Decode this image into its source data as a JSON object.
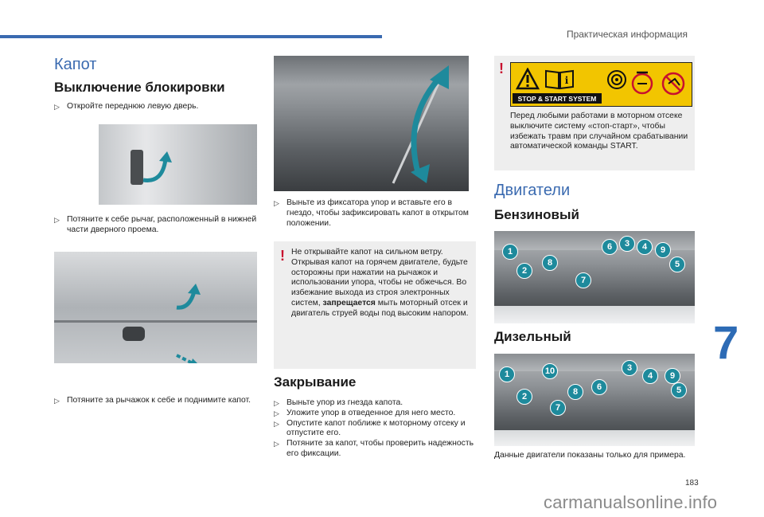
{
  "header": {
    "section": "Практическая информация",
    "chapter": "7",
    "page_number": "183"
  },
  "watermark": "carmanualsonline.info",
  "col1": {
    "title": "Капот",
    "subtitle": "Выключение блокировки",
    "step1": "Откройте переднюю левую дверь.",
    "step2": "Потяните к себе рычаг, расположенный в нижней части дверного проема.",
    "step3": "Потяните за рычажок к себе и поднимите капот."
  },
  "col2": {
    "step4": "Выньте из фиксатора упор и вставьте его в гнездо, чтобы зафиксировать капот в открытом положении.",
    "warning": {
      "part1": "Не открывайте капот на сильном ветру. Открывая капот на горячем двигателе, будьте осторожны при нажатии на рычажок и использовании упора, чтобы не обжечься. Во избежание выхода из строя электронных систем, ",
      "bold": "запрещается",
      "part2": " мыть моторный отсек и двигатель струей воды под высоким напором."
    },
    "closing_title": "Закрывание",
    "closing_steps": [
      "Выньте упор из гнезда капота.",
      "Уложите упор в отведенное для него место.",
      "Опустите капот поближе к моторному отсеку и отпустите его.",
      "Потяните за капот, чтобы проверить надежность его фиксации."
    ]
  },
  "col3": {
    "sticker_text": "STOP & START SYSTEM",
    "stop_warning": "Перед любыми работами в моторном отсеке выключите систему «стоп-старт», чтобы избежать травм при случайном срабатывании автоматической команды START.",
    "engines_title": "Двигатели",
    "petrol_title": "Бензиновый",
    "diesel_title": "Дизельный",
    "note": "Данные двигатели показаны только для примера.",
    "petrol_markers": [
      "1",
      "2",
      "8",
      "7",
      "6",
      "3",
      "4",
      "9",
      "5"
    ],
    "diesel_markers": [
      "1",
      "2",
      "10",
      "8",
      "7",
      "6",
      "3",
      "4",
      "9",
      "5"
    ]
  },
  "colors": {
    "accent": "#3a6ab0",
    "teal": "#1e8a9c",
    "warning_red": "#c8102e",
    "sticker_yellow": "#f2c500"
  },
  "icons": [
    "warning-triangle-icon",
    "manual-book-icon",
    "fan-icon",
    "belt-icon",
    "no-hands-icon",
    "electric-hazard-icon",
    "bullet-arrow-icon",
    "warning-exclamation-icon",
    "curved-arrow-icon"
  ]
}
